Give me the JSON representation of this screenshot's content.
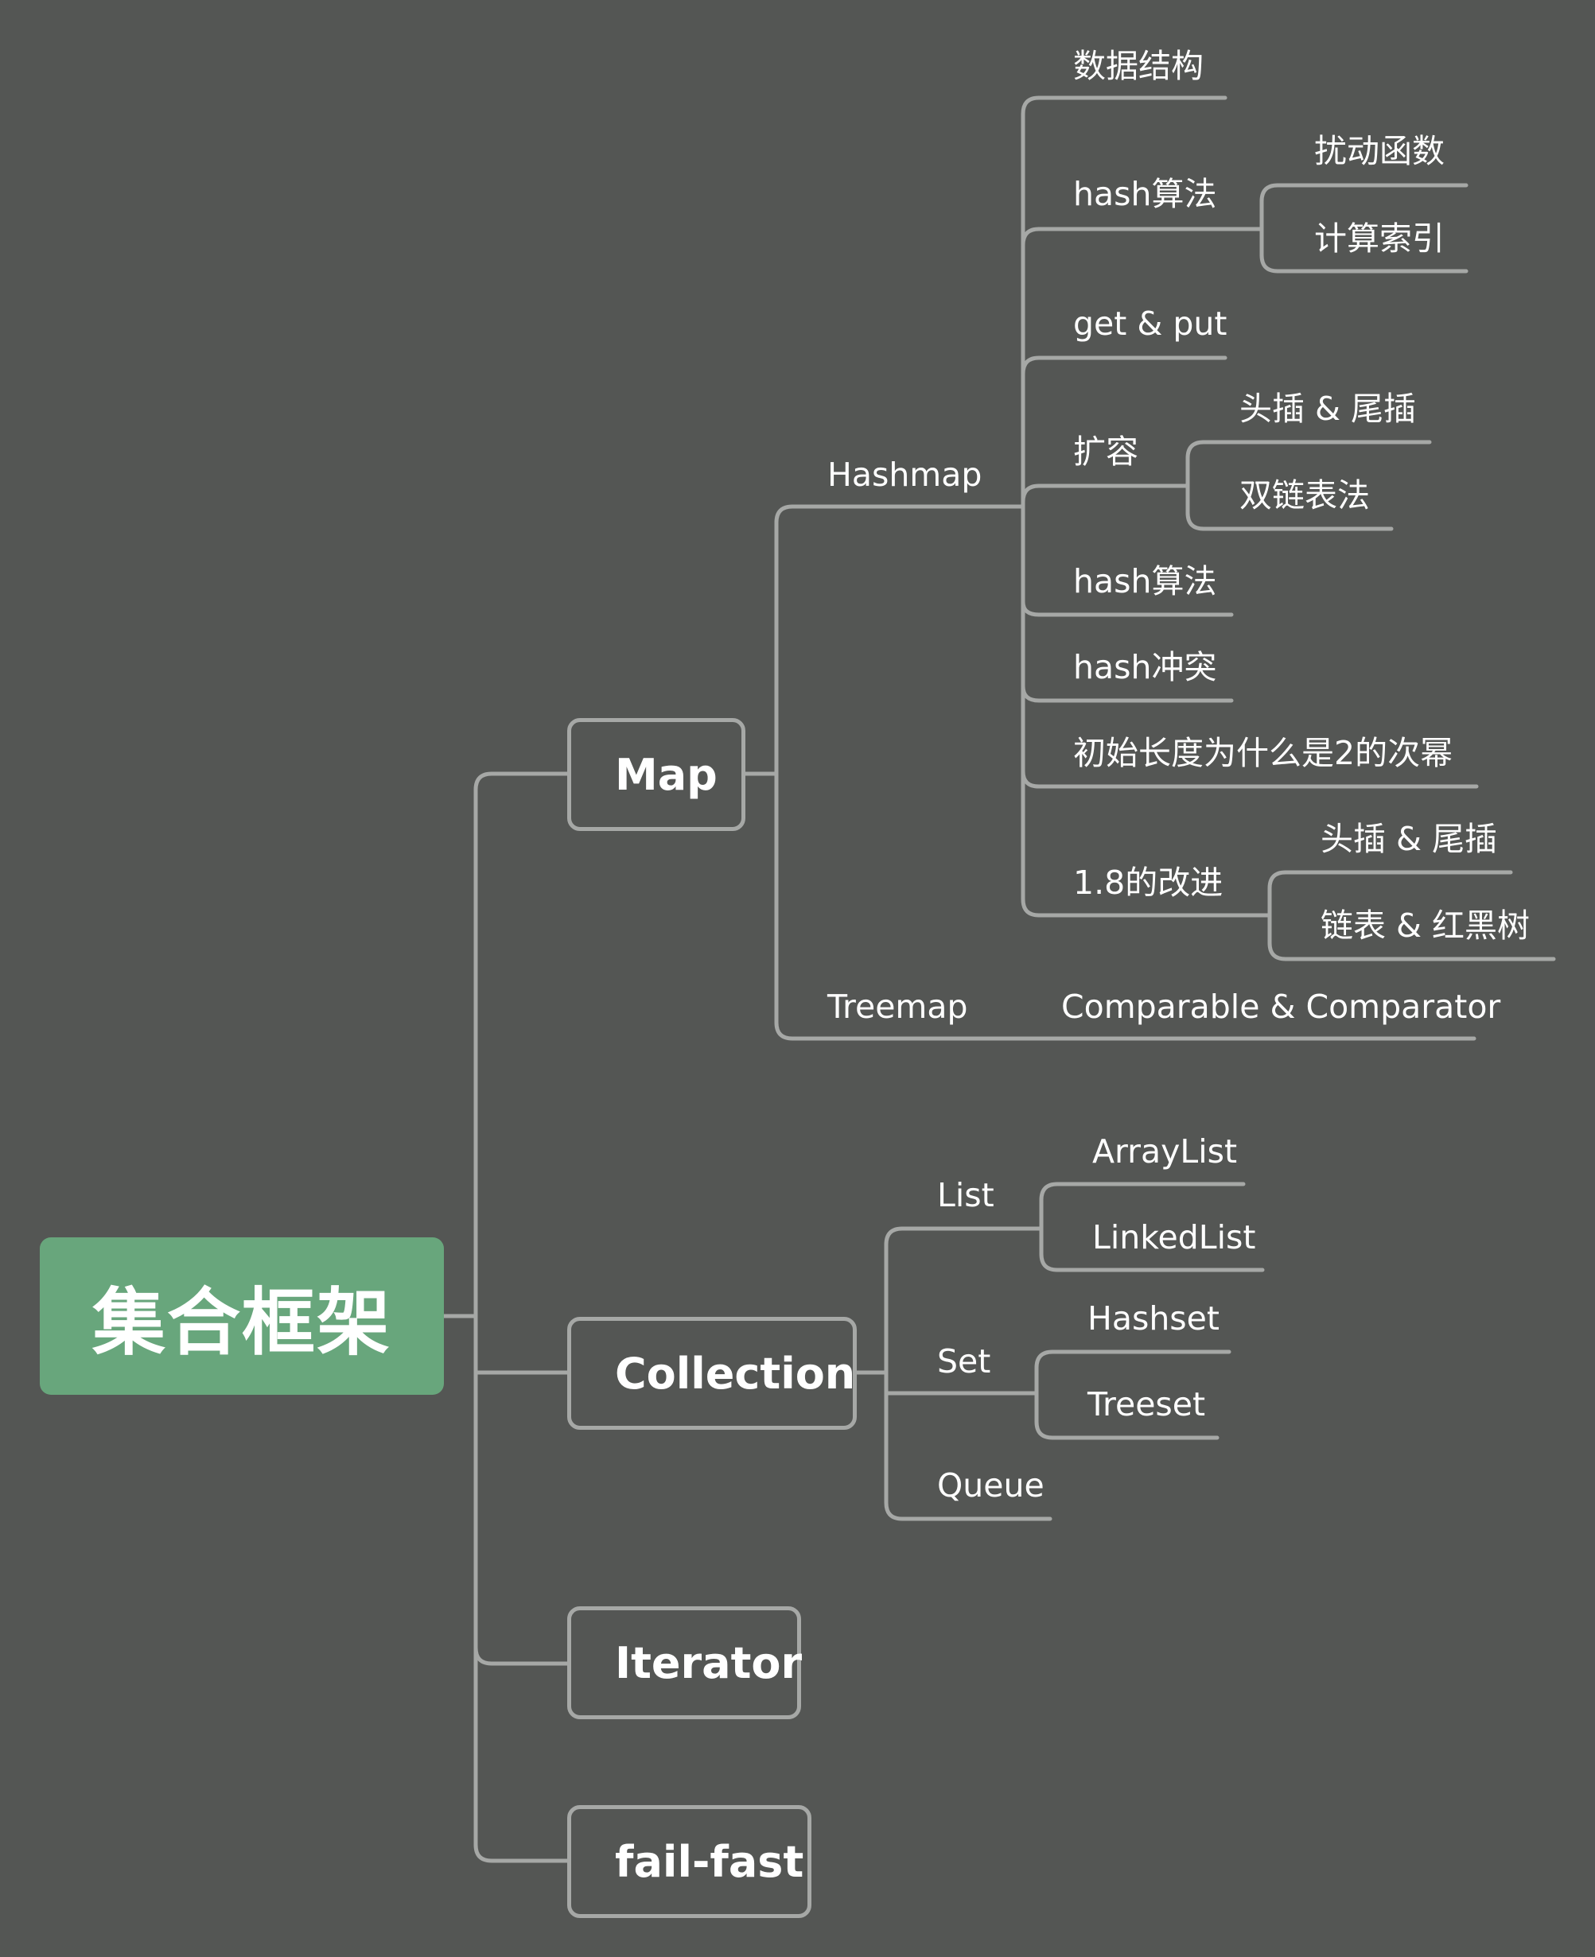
{
  "root": {
    "label": "集合框架"
  },
  "branches": {
    "map": {
      "label": "Map",
      "hashmap": {
        "label": "Hashmap",
        "items": {
          "data_structure": "数据结构",
          "hash_algo": {
            "label": "hash算法",
            "children": [
              "扰动函数",
              "计算索引"
            ]
          },
          "get_put": "get & put",
          "resize": {
            "label": "扩容",
            "children": [
              "头插 & 尾插",
              "双链表法"
            ]
          },
          "hash_algo_2": "hash算法",
          "hash_conflict": "hash冲突",
          "init_length": "初始长度为什么是2的次幂",
          "improvements_18": {
            "label": "1.8的改进",
            "children": [
              "头插 & 尾插",
              "链表 &  红黑树"
            ]
          }
        }
      },
      "treemap": {
        "label": "Treemap",
        "child": "Comparable & Comparator"
      }
    },
    "collection": {
      "label": "Collection",
      "list": {
        "label": "List",
        "children": [
          "ArrayList",
          "LinkedList"
        ]
      },
      "set": {
        "label": "Set",
        "children": [
          "Hashset",
          "Treeset"
        ]
      },
      "queue": {
        "label": "Queue"
      }
    },
    "iterator": {
      "label": "Iterator"
    },
    "failfast": {
      "label": "fail-fast"
    }
  },
  "colors": {
    "background": "#545654",
    "root_fill": "#68a67c",
    "line": "#a6a8a6",
    "text": "#ffffff"
  }
}
